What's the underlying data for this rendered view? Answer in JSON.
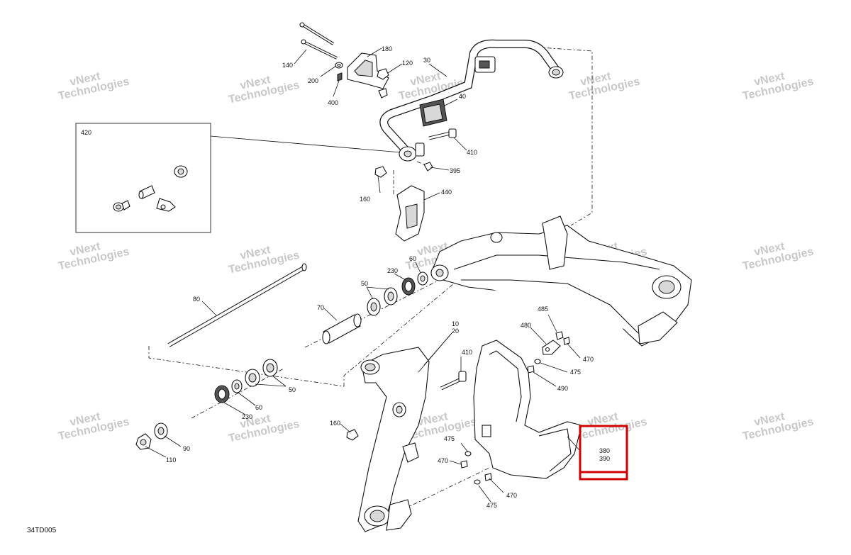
{
  "diagram_code": "34TD005",
  "watermark": {
    "line1": "vNext",
    "line2": "Technologies",
    "small": "vNext Technologies"
  },
  "highlight_color": "#d00000",
  "callouts": {
    "c10": "10",
    "c20": "20",
    "c30": "30",
    "c40": "40",
    "c50a": "50",
    "c50b": "50",
    "c60a": "60",
    "c60b": "60",
    "c70": "70",
    "c80": "80",
    "c90": "90",
    "c110": "110",
    "c120": "120",
    "c140": "140",
    "c160a": "160",
    "c160b": "160",
    "c180": "180",
    "c200": "200",
    "c230a": "230",
    "c230b": "230",
    "c380": "380",
    "c390": "390",
    "c395": "395",
    "c400": "400",
    "c410a": "410",
    "c410b": "410",
    "c420": "420",
    "c440": "440",
    "c470a": "470",
    "c470b": "470",
    "c470c": "470",
    "c475a": "475",
    "c475b": "475",
    "c475c": "475",
    "c480": "480",
    "c485": "485",
    "c490": "490"
  }
}
